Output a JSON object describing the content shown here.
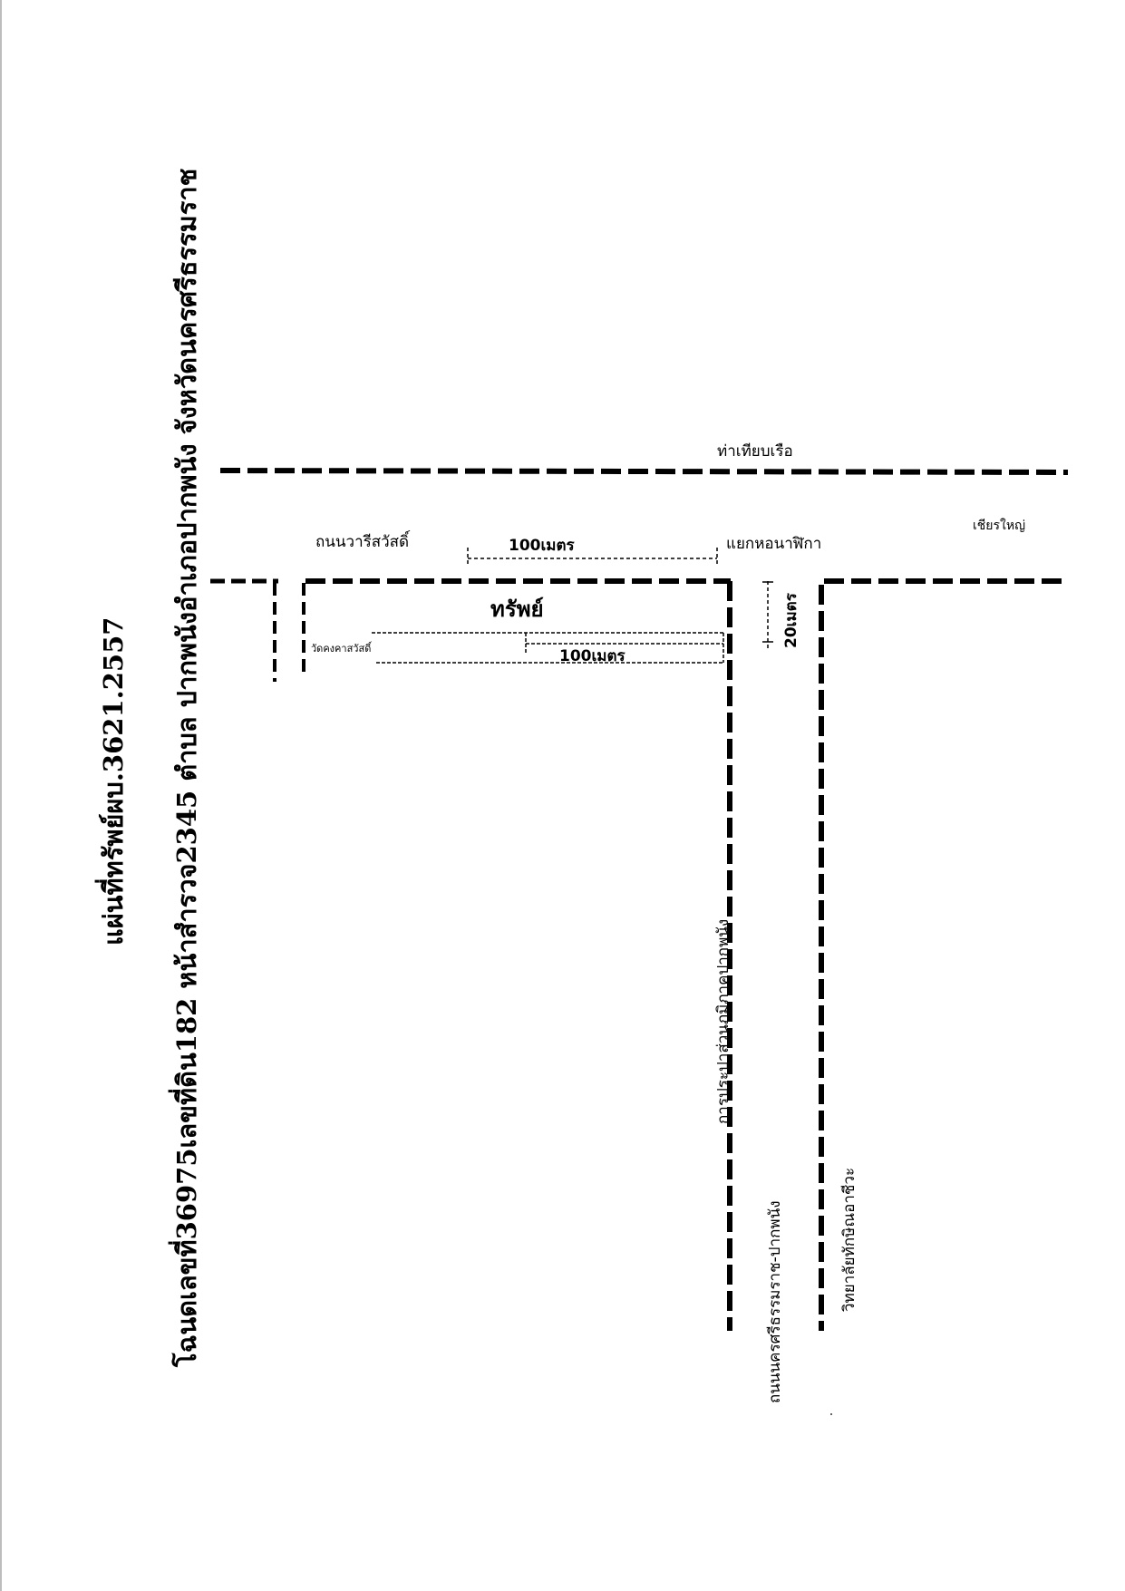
{
  "title_line1": "โฉนดเลขที่36975เลขที่ดิน182 หน้าสำรวจ2345 ตำบล ปากพนังอำเภอปากพนัง จังหวัดนครศรีธรรมราช",
  "title_line2": "แผ่นที่ทรัพย์ผบ.3621.2557",
  "labels": {
    "pier": "ท่าเทียบเรือ",
    "chianyai": "เชียรใหญ่",
    "road_warisawat": "ถนนวารีสวัสดิ์",
    "distance_top": "100เมตร",
    "junction": "แยกหอนาฬิกา",
    "property": "ทรัพย์",
    "temple": "วัดคงคาสวัสดิ์",
    "distance_inner": "100เมตร",
    "distance_side": "20เมตร",
    "water_authority": "การประปาส่วนภูมิภาคปากพนัง",
    "road_main": "ถนนนครศรีธรรมราช-ปากพนัง",
    "college": "วิทยาลัยทักษิณอาชีวะ"
  }
}
